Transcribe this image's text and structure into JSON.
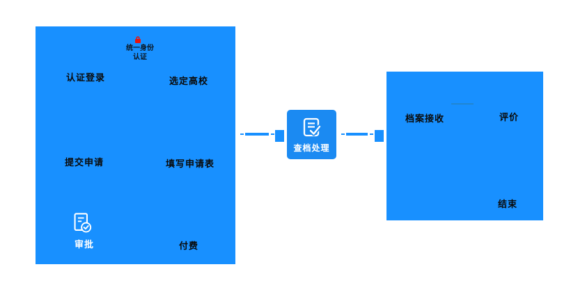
{
  "colors": {
    "panel_blue": "#1890ff",
    "mid_node_blue": "#1b8af2",
    "red_icon": "#e8150d",
    "dark_text": "#0a0a0a",
    "white_text": "#ffffff",
    "faint_line": "#2a7da8"
  },
  "left_panel": {
    "title_line1": "统一身份",
    "title_line2": "认证",
    "title_icon": "red-lock-icon",
    "items": {
      "auth_login": "认证登录",
      "select_university": "选定高校",
      "submit_application": "提交申请",
      "fill_form": "填写申请表",
      "approval": "审批",
      "payment": "付费"
    },
    "approval_icon": "document-check-circle-icon"
  },
  "middle_node": {
    "label": "查档处理",
    "icon": "document-check-icon"
  },
  "right_panel": {
    "items": {
      "archive_receive": "档案接收",
      "evaluation": "评价",
      "end": "结束"
    }
  }
}
